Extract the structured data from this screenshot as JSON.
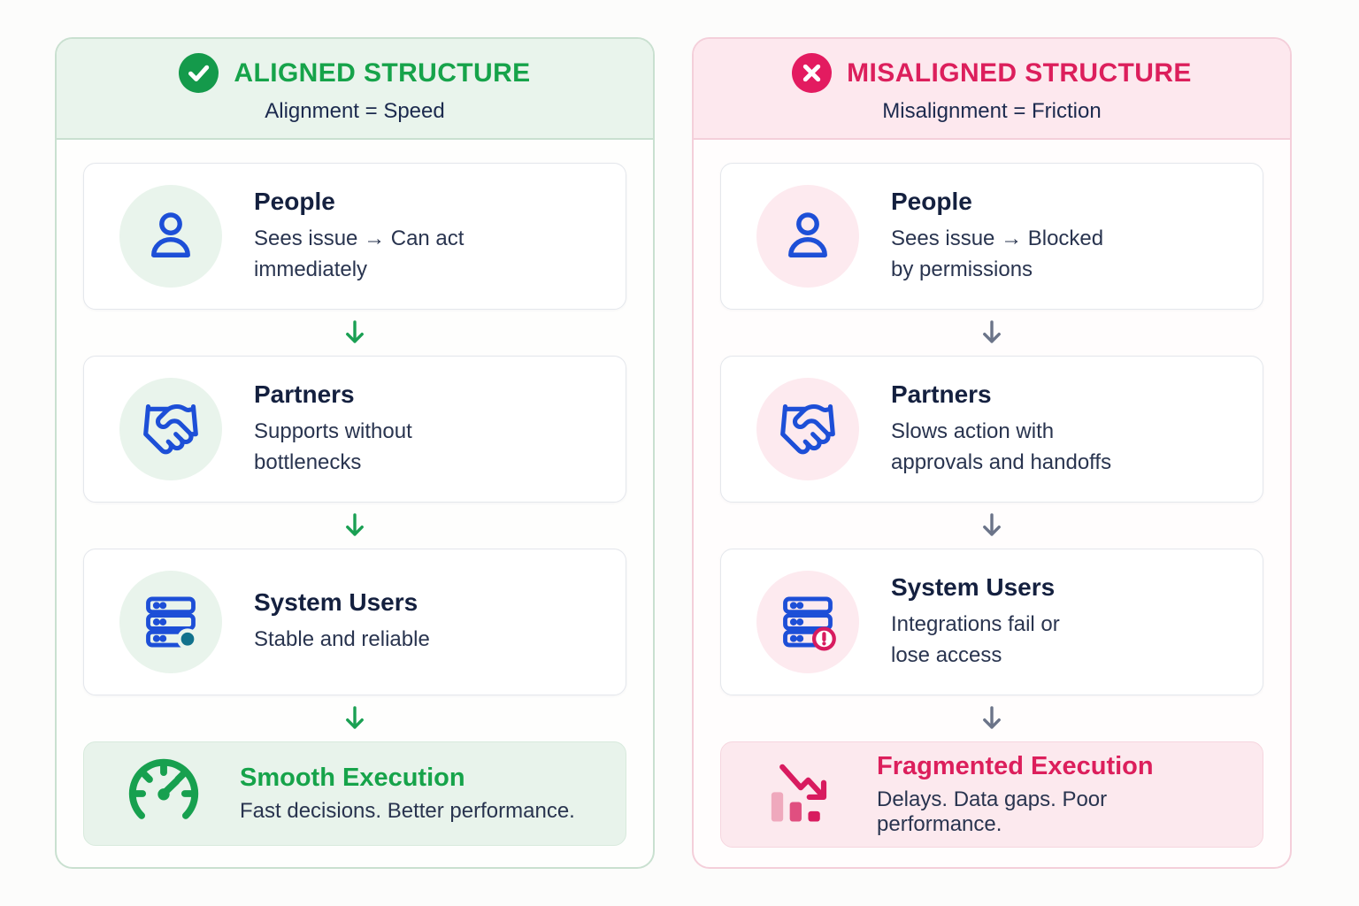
{
  "columns": [
    {
      "theme": "green",
      "header": {
        "icon": "check-circle-icon",
        "title": "ALIGNED STRUCTURE",
        "subtitle": "Alignment = Speed"
      },
      "cards": [
        {
          "icon": "person-icon",
          "title": "People",
          "description": "Sees issue → Can act\nimmediately"
        },
        {
          "icon": "handshake-icon",
          "title": "Partners",
          "description": "Supports without\nbottlenecks"
        },
        {
          "icon": "servers-icon",
          "title": "System Users",
          "description": "Stable and reliable"
        }
      ],
      "result": {
        "icon": "gauge-icon",
        "title": "Smooth Execution",
        "description": "Fast decisions. Better performance."
      }
    },
    {
      "theme": "pink",
      "header": {
        "icon": "x-circle-icon",
        "title": "MISALIGNED STRUCTURE",
        "subtitle": "Misalignment = Friction"
      },
      "cards": [
        {
          "icon": "person-icon",
          "title": "People",
          "description": "Sees issue → Blocked\nby permissions"
        },
        {
          "icon": "handshake-icon",
          "title": "Partners",
          "description": "Slows action with\napprovals and handoffs"
        },
        {
          "icon": "servers-warning-icon",
          "title": "System Users",
          "description": "Integrations fail or\nlose access"
        }
      ],
      "result": {
        "icon": "declining-chart-icon",
        "title": "Fragmented Execution",
        "description": "Delays. Data gaps. Poor performance."
      }
    }
  ],
  "colors": {
    "green_accent": "#16a34a",
    "green_tint": "#e9f4ec",
    "green_border": "#c9e0d0",
    "crimson_accent": "#dc1f5c",
    "pink_tint": "#fde8ee",
    "pink_border": "#f4cfda",
    "icon_blue": "#1d4fd7",
    "navy_title": "#14203f",
    "navy_text": "#29344f",
    "teal_dot": "#11718c",
    "slate_arrow": "#6b7489",
    "card_border": "#e4e7ec"
  }
}
